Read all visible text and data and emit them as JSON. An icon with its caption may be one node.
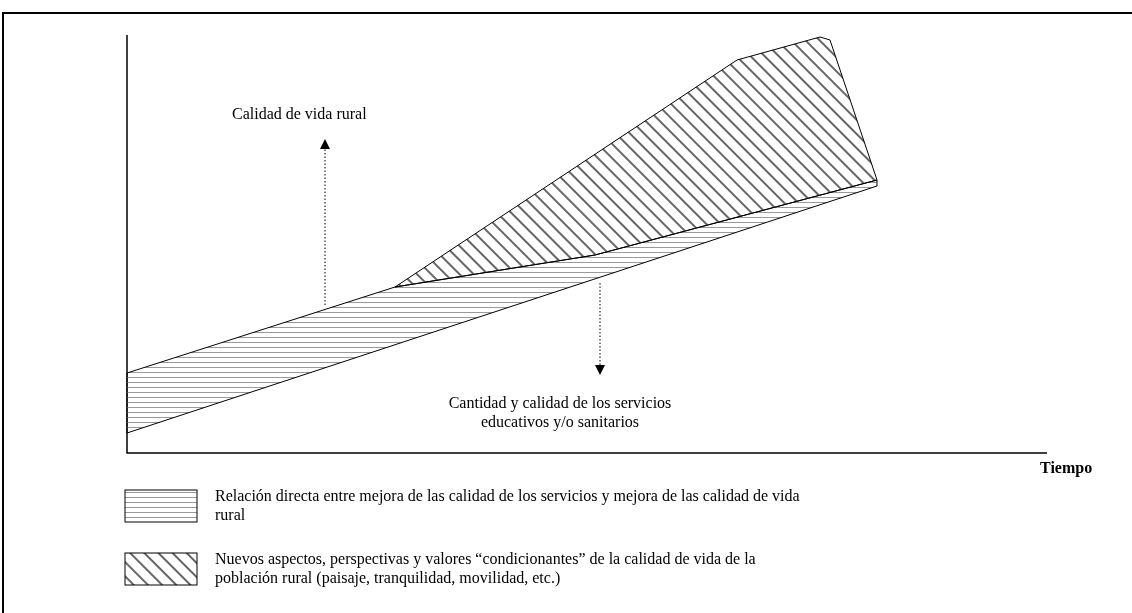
{
  "diagram": {
    "labels": [
      "Calidad de vida rural",
      "Cantidad y calidad de los servicios educativos y/o sanitarios",
      "Tiempo"
    ],
    "legend": [
      {
        "text": "Relación directa entre mejora de las calidad de los servicios y mejora de las calidad de vida rural"
      },
      {
        "text": "Nuevos aspectos, perspectivas y valores “condicionantes” de la calidad de vida de la población rural (paisaje, tranquilidad, movilidad, etc.)"
      }
    ]
  }
}
